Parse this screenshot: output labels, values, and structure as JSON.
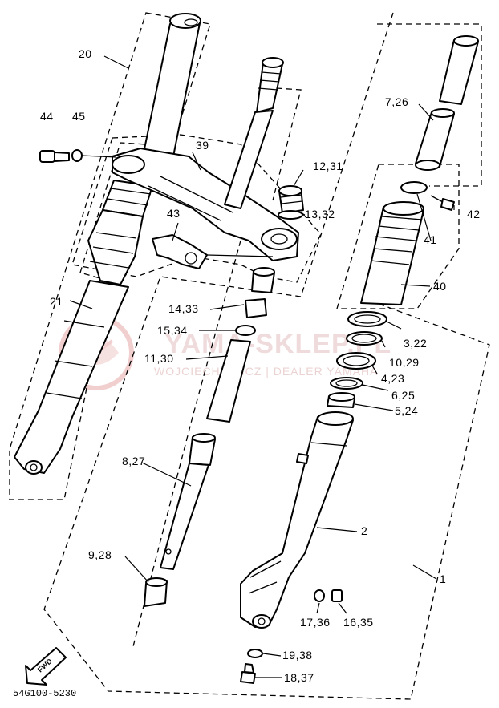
{
  "diagram_code": "54G100-5230",
  "fwd_label": "FWD",
  "watermark": {
    "brand": "YAMA-SKLEP.PL",
    "line": "WOJCIECHOWICZ | DEALER YAMAHA"
  },
  "labels": {
    "p20": "20",
    "p44": "44",
    "p45": "45",
    "p39": "39",
    "p43": "43",
    "p21": "21",
    "p12_31": "12,31",
    "p13_32": "13,32",
    "p14_33": "14,33",
    "p15_34": "15,34",
    "p11_30": "11,30",
    "p8_27": "8,27",
    "p9_28": "9,28",
    "p7_26": "7,26",
    "p42": "42",
    "p41": "41",
    "p40": "40",
    "p3_22": "3,22",
    "p10_29": "10,29",
    "p4_23": "4,23",
    "p6_25": "6,25",
    "p5_24": "5,24",
    "p2": "2",
    "p1": "1",
    "p17_36": "17,36",
    "p16_35": "16,35",
    "p19_38": "19,38",
    "p18_37": "18,37"
  }
}
